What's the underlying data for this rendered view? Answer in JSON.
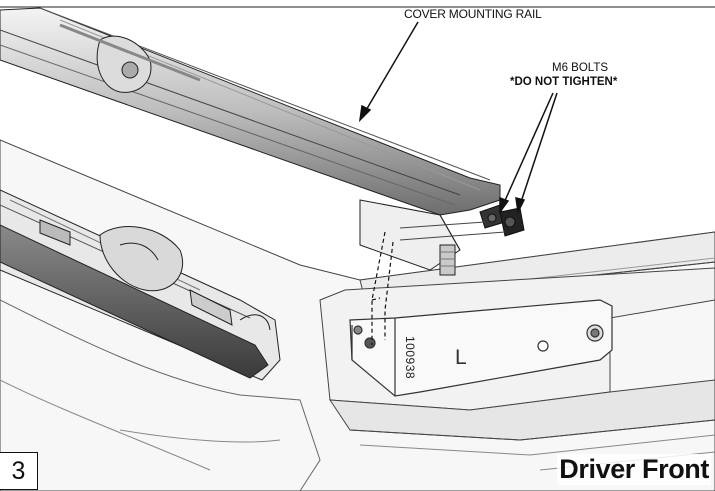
{
  "labels": {
    "cover_mounting_rail": "COVER MOUNTING RAIL",
    "bolts": "M6 BOLTS",
    "bolts_warning": "*DO NOT TIGHTEN*"
  },
  "part": {
    "number": "100938",
    "side": "L"
  },
  "step": {
    "number": "3",
    "view": "Driver Front"
  }
}
